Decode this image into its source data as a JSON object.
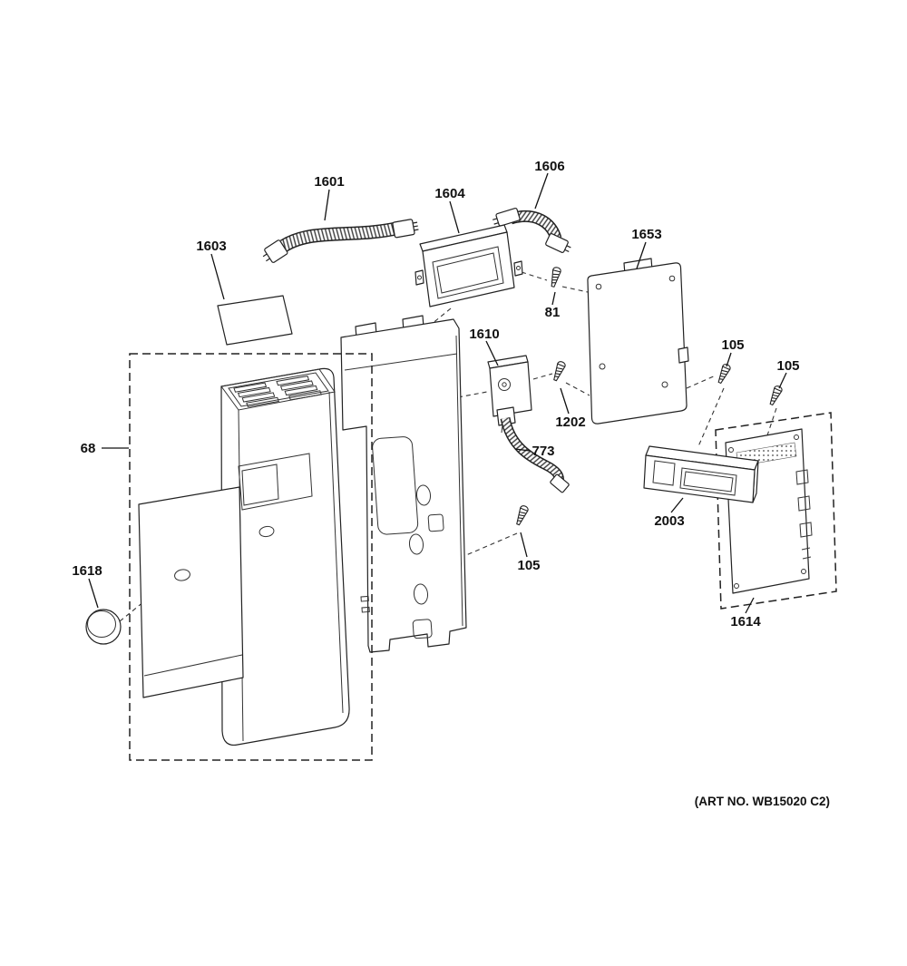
{
  "diagram": {
    "art_no": "(ART NO. WB15020 C2)",
    "line_color": "#222222",
    "labels": {
      "l68": "68",
      "l81": "81",
      "l105a": "105",
      "l105b": "105",
      "l105c": "105",
      "l773": "773",
      "l1202": "1202",
      "l1601": "1601",
      "l1603": "1603",
      "l1604": "1604",
      "l1606": "1606",
      "l1610": "1610",
      "l1614": "1614",
      "l1618": "1618",
      "l1653": "1653",
      "l2003": "2003"
    }
  }
}
